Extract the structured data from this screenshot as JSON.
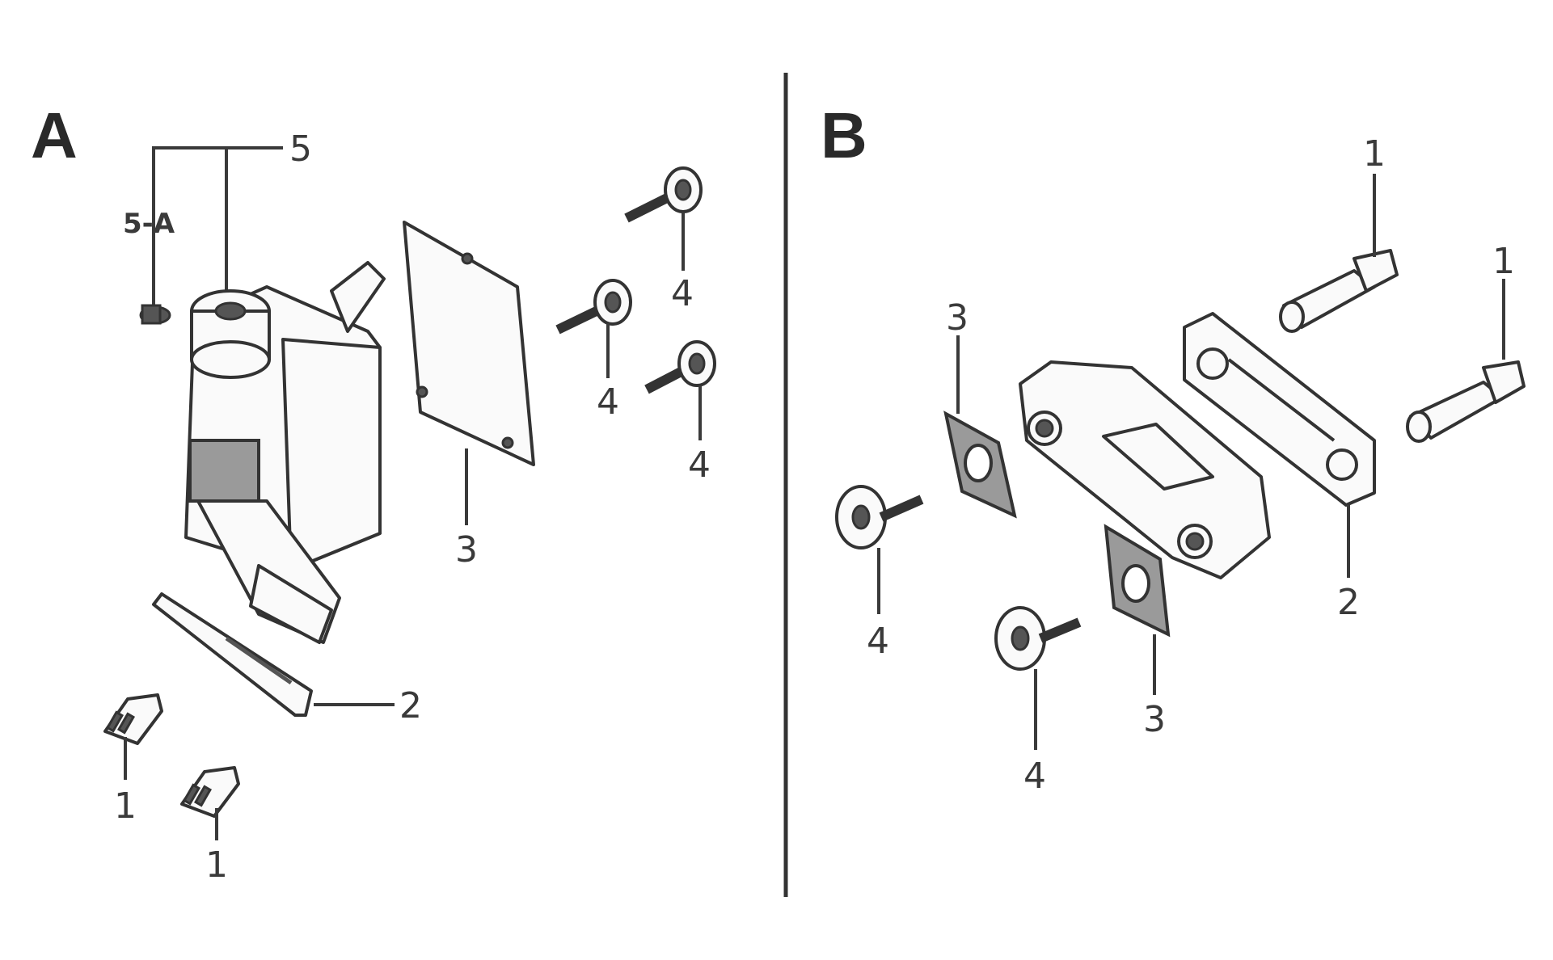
{
  "panels": [
    {
      "letter": "A",
      "callouts": {
        "c5": "5",
        "c5a": "5-A",
        "c3": "3",
        "c4a": "4",
        "c4b": "4",
        "c4c": "4",
        "c2": "2",
        "c1a": "1",
        "c1b": "1"
      }
    },
    {
      "letter": "B",
      "callouts": {
        "c1a": "1",
        "c1b": "1",
        "c3a": "3",
        "c3b": "3",
        "c2": "2",
        "c4a": "4",
        "c4b": "4"
      }
    }
  ]
}
